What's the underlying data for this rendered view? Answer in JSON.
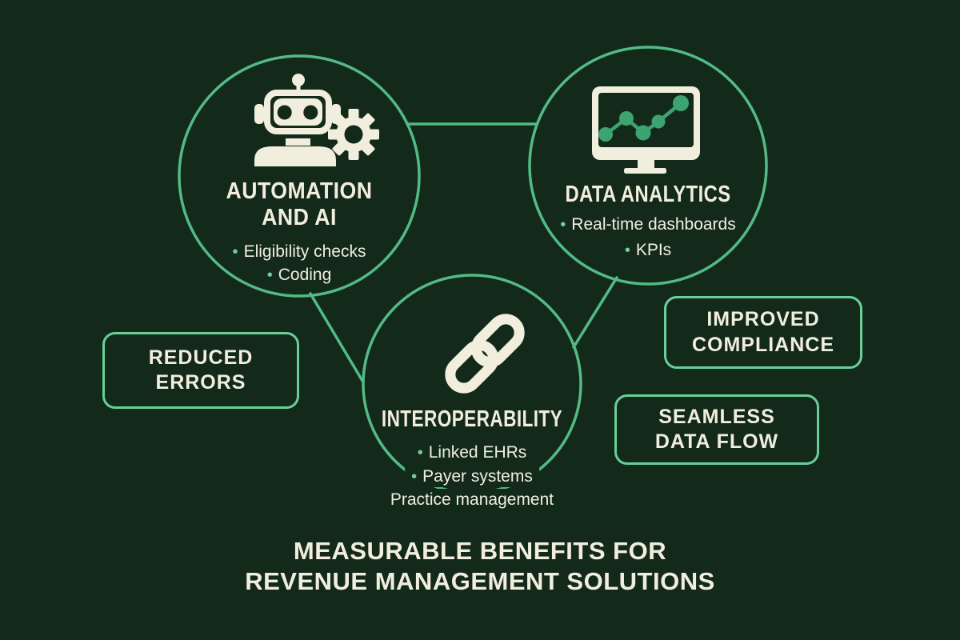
{
  "colors": {
    "background": "#132a1b",
    "circle_stroke": "#53ba85",
    "badge_border": "#6ace9a",
    "text_cream": "#f1eede",
    "chart_green": "#3da371",
    "bullet_dot": "#71cf9e"
  },
  "glyphs": {
    "bullet": "•"
  },
  "circles": {
    "automation": {
      "icon": "robot-with-gear-icon",
      "title_lines": [
        "AUTOMATION",
        "AND AI"
      ],
      "bullets": [
        "Eligibility checks",
        "Coding"
      ]
    },
    "analytics": {
      "icon": "monitor-chart-icon",
      "title": "DATA ANALYTICS",
      "bullets": [
        "Real-time dashboards",
        "KPIs"
      ]
    },
    "interoperability": {
      "icon": "chain-link-icon",
      "title": "INTEROPERABILITY",
      "bullets": [
        "Linked EHRs",
        "Payer systems",
        "Practice management"
      ]
    }
  },
  "badges": {
    "reduced_errors": {
      "lines": [
        "REDUCED",
        "ERRORS"
      ]
    },
    "improved_compliance": {
      "lines": [
        "IMPROVED",
        "COMPLIANCE"
      ]
    },
    "seamless_data_flow": {
      "lines": [
        "SEAMLESS",
        "DATA FLOW"
      ]
    }
  },
  "footer": {
    "lines": [
      "MEASURABLE BENEFITS FOR",
      "REVENUE MANAGEMENT SOLUTIONS"
    ]
  }
}
